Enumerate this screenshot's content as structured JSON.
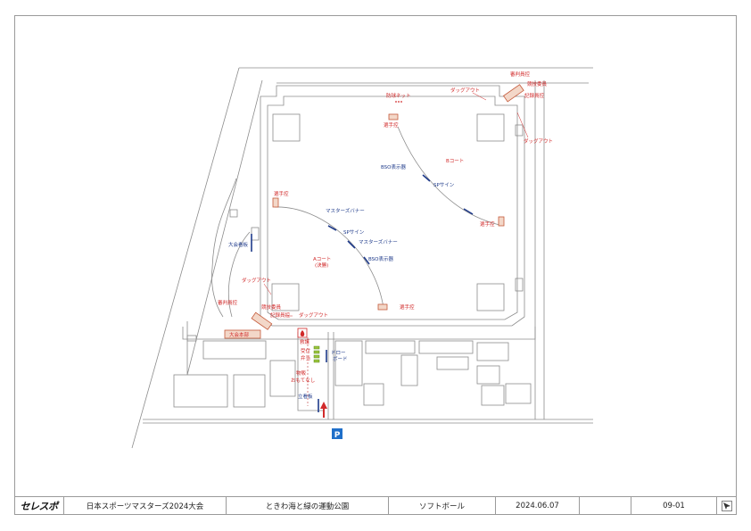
{
  "title_block": {
    "logo": "セレスポ",
    "event": "日本スポーツマスターズ2024大会",
    "venue": "ときわ海と緑の運動公園",
    "sport": "ソフトボール",
    "date": "2024.06.07",
    "sheet": "09-01"
  },
  "labels": {
    "netball": "防球ネット",
    "dugout_b_top": "ダッグアウト",
    "dugout_b_right": "ダッグアウト",
    "officials_b": "審判員控",
    "scorer_b": "記録員控",
    "umpire_b": "競技委員",
    "dugout_a_left": "ダッグアウト",
    "dugout_a_bottom": "ダッグアウト",
    "officials_a": "審判員控",
    "scorer_a": "記録員控",
    "umpire_a": "競技委員",
    "hq": "大会本部",
    "seat_b_top": "選手控",
    "seat_b_right": "選手控",
    "seat_a_left": "選手控",
    "seat_a_bottom": "選手控",
    "court_b": "Bコート",
    "court_a": "Aコート",
    "court_a_note": "(決勝)",
    "bso_b": "BSO表示器",
    "bso_a": "BSO表示器",
    "sp_sign_b": "SPサイン",
    "sp_sign_a": "SPサイン",
    "masters_banner_1": "マスターズバナー",
    "masters_banner_2": "マスターズバナー",
    "board": "大会看板",
    "draw_board_1": "ドロー",
    "draw_board_2": "ボード",
    "medical": "救護",
    "reception": "受付",
    "lunch": "弁当",
    "goods_1": "物販",
    "goods_2": "おもてなし",
    "standing_sign": "立看板",
    "parking": "P"
  },
  "colors": {
    "line": "#8c8c8c",
    "red_label": "#d12a2a",
    "blue_label": "#1e3a8a",
    "parking_bg": "#1f6fc9",
    "bench": "#c45a3a"
  }
}
